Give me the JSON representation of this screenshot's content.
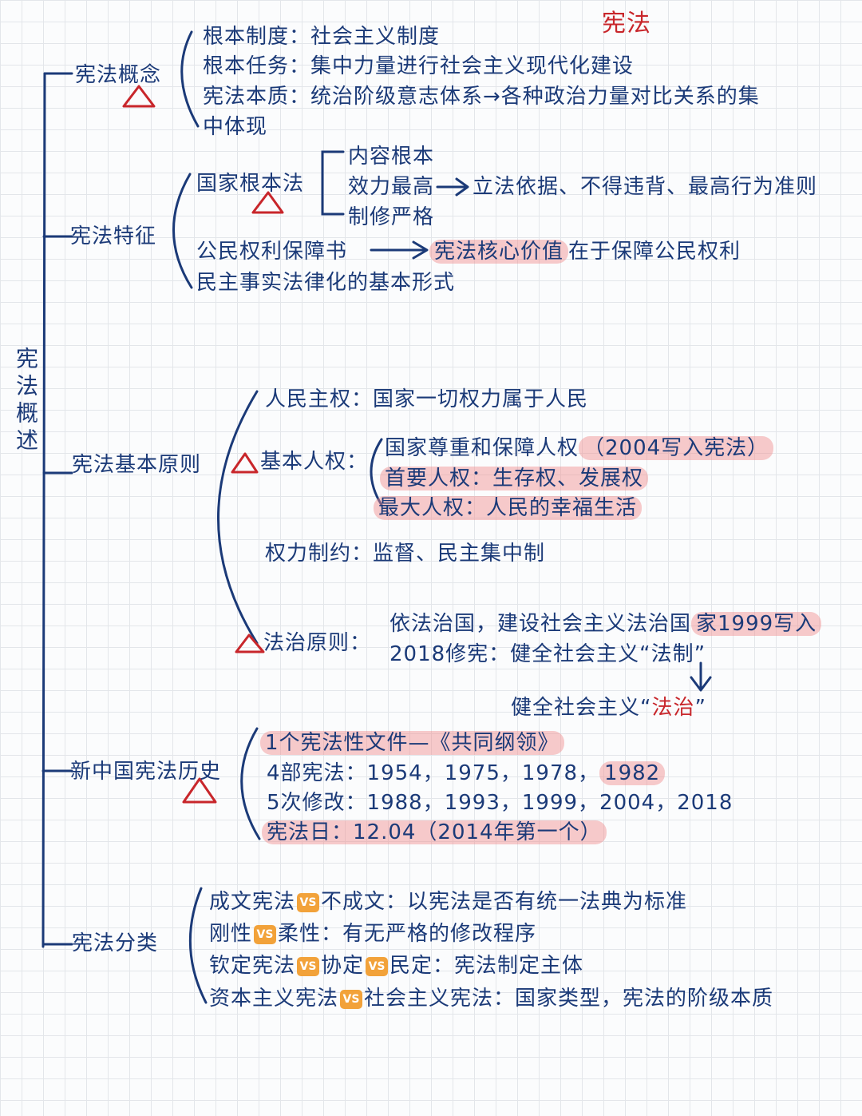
{
  "title": "宪法",
  "root": "宪法概述",
  "colors": {
    "ink": "#1b3a78",
    "accent": "#c8262b",
    "highlight": "#f08c8c",
    "vs_badge": "#f2a23a"
  },
  "branches": {
    "concept": {
      "label": "宪法概念",
      "items": [
        "根本制度：社会主义制度",
        "根本任务：集中力量进行社会主义现代化建设",
        "宪法本质：统治阶级意志体系→各种政治力量对比关系的集",
        "中体现"
      ]
    },
    "features": {
      "label": "宪法特征",
      "fundamental_law": "国家根本法",
      "sub": [
        "内容根本",
        "效力最高",
        "制修严格"
      ],
      "effect": "立法依据、不得违背、最高行为准则",
      "rights_book": "公民权利保障书",
      "core_value_hl": "宪法核心价值",
      "core_value_rest": "在于保障公民权利",
      "democracy": "民主事实法律化的基本形式"
    },
    "principles": {
      "label": "宪法基本原则",
      "sovereignty": "人民主权：国家一切权力属于人民",
      "human_rights_label": "基本人权：",
      "hr1_text": "国家尊重和保障人权",
      "hr1_hl": "（2004写入宪法）",
      "hr2": "首要人权：生存权、发展权",
      "hr3": "最大人权：人民的幸福生活",
      "checks": "权力制约：监督、民主集中制",
      "rule_label": "法治原则：",
      "rule1_text": "依法治国，建设社会主义法治国",
      "rule1_hl": "家1999写入",
      "rule2": "2018修宪：健全社会主义“法制”",
      "rule3_pre": "健全社会主义“",
      "rule3_red": "法治",
      "rule3_post": "”",
      "arrow": "↓"
    },
    "history": {
      "label": "新中国宪法历史",
      "doc": "1个宪法性文件—《共同纲领》",
      "four_pre": "4部宪法：1954，1975，1978，",
      "four_hl": "1982",
      "five": "5次修改：1988，1993，1999，2004，2018",
      "day": "宪法日：12.04（2014年第一个）"
    },
    "classification": {
      "label": "宪法分类",
      "vs": "VS",
      "row1": [
        "成文宪法",
        "不成文：以宪法是否有统一法典为标准"
      ],
      "row2": [
        "刚性",
        "柔性：有无严格的修改程序"
      ],
      "row3": [
        "钦定宪法",
        "协定",
        "民定：宪法制定主体"
      ],
      "row4": [
        "资本主义宪法",
        "社会主义宪法：国家类型，宪法的阶级本质"
      ]
    }
  }
}
